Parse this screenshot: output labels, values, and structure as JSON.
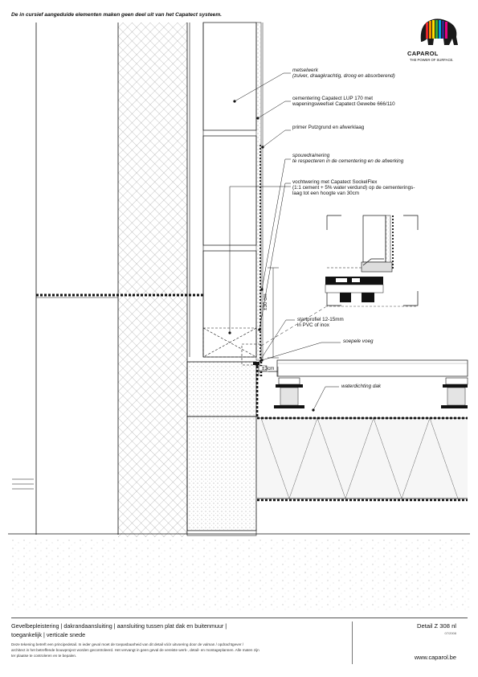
{
  "header": {
    "note": "De in cursief aangeduide elementen maken geen deel uit van het Capatect systeem."
  },
  "logo": {
    "name": "CAPAROL",
    "tagline": "THE POWER OF SURFACE."
  },
  "annotations": [
    {
      "id": "metselwerk",
      "lines": [
        "metselwerk",
        "(zuiver, draagkrachtig, droog en absorberend)"
      ],
      "italic": true
    },
    {
      "id": "cementering",
      "lines": [
        "cementering Capatect LUP 170 met",
        "wapeningsweefsel Capatect Gewebe 666/110"
      ],
      "italic": false
    },
    {
      "id": "primer",
      "lines": [
        "primer Putzgrund en afwerklaag"
      ],
      "italic": false
    },
    {
      "id": "spouwdrainering",
      "lines": [
        "spouwdrainering",
        "te respecteren in de cementering en de afwerking"
      ],
      "italic": true
    },
    {
      "id": "vochtwering",
      "lines": [
        "vochtwering met Capatect SockelFlex",
        "(1:1 cement + 5% water verdund) op de cementerings-",
        "laag tot een hoogte van 30cm"
      ],
      "italic": false
    },
    {
      "id": "startprofiel",
      "lines": [
        "startprofiel 12-15mm",
        "in PVC of inox"
      ],
      "italic": false
    },
    {
      "id": "soepele-voeg",
      "lines": [
        "soepele voeg"
      ],
      "italic": true
    },
    {
      "id": "waterdichting",
      "lines": [
        "waterdichting dak"
      ],
      "italic": true
    }
  ],
  "dimensions": {
    "height": "±30 cm",
    "gap": "±3cm"
  },
  "footer": {
    "title_line1": "Gevelbepleistering | dakrandaansluiting | aansluiting tussen plat dak en buitenmuur |",
    "title_line2": "toegankelijk | verticale snede",
    "disclaimer_line1": "Deze tekening betreft een principedetail. In ieder geval moet de toepasbaarheid van dit detail vóór uitvoering door de valman / opdrachtgever /",
    "disclaimer_line2": "architect in het betreffende bouwproject worden gecontroleerd. Het vervangt in geen geval de vereiste werk-, detail- en montageplannen. Alle maten zijn",
    "disclaimer_line3": "ter plaatse te controleren en te bepalen.",
    "detail_ref": "Detail Z 308 nl",
    "detail_ref_small": "07/2008",
    "website": "www.caparol.be"
  },
  "colors": {
    "ink": "#111111",
    "hatch": "#8a8a8a",
    "logo_primary": "#1a1a1a"
  },
  "icons": {
    "logo_mark": "caparol-elephant-logo"
  }
}
